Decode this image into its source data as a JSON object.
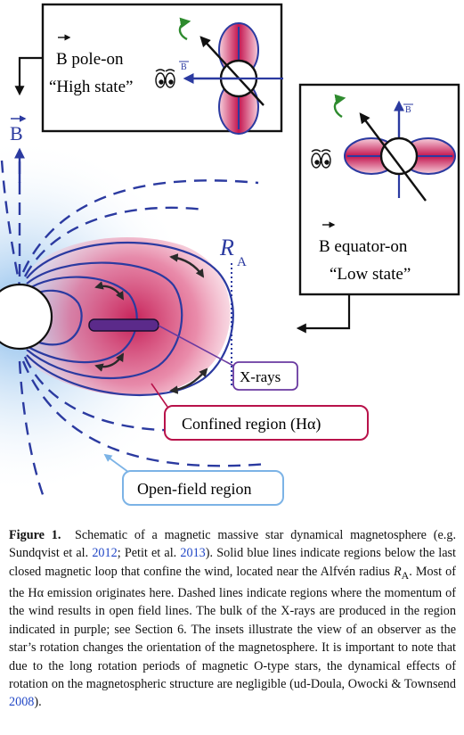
{
  "figure": {
    "b_axis_label": "B",
    "pole_on_inset": {
      "b_label": "B",
      "line1": "B pole-on",
      "line2": "“High state”"
    },
    "equator_on_inset": {
      "b_label": "B",
      "line1": "B equator-on",
      "line2": "“Low state”"
    },
    "alfven_radius_label": "R",
    "alfven_radius_subscript": "A",
    "xrays_label": "X-rays",
    "confined_region_label": "Confined region (Hα)",
    "open_field_label": "Open-field region",
    "colors": {
      "field_line_blue": "#2b3aa0",
      "confined_magenta": "#c4154f",
      "xray_purple": "#5b2a8a",
      "callout_red": "#b8124a",
      "callout_purple": "#6a3aa0",
      "callout_lightblue": "#7cb3e6",
      "rotation_green": "#2e8b2e"
    }
  },
  "caption": {
    "fig_label": "Figure 1.",
    "t1": "Schematic of a magnetic massive star dynamical magnetosphere (e.g. Sundqvist et al. ",
    "cite1": "2012",
    "t2": "; Petit et al. ",
    "cite2": "2013",
    "t3": "). Solid blue lines indicate regions below the last closed magnetic loop that confine the wind, located near the Alfvén radius ",
    "ra_symbol": "R",
    "ra_sub": "A",
    "t4": ". Most of the Hα emission originates here. Dashed lines indicate regions where the momentum of the wind results in open field lines. The bulk of the X-rays are produced in the region indicated in purple; see Section 6. The insets illustrate the view of an observer as the star’s rotation changes the orientation of the magnetosphere. It is important to note that due to the long rotation periods of magnetic O-type stars, the dynamical effects of rotation on the magnetospheric structure are negligible (ud-Doula, Owocki & Townsend ",
    "cite3": "2008",
    "t5": ")."
  }
}
